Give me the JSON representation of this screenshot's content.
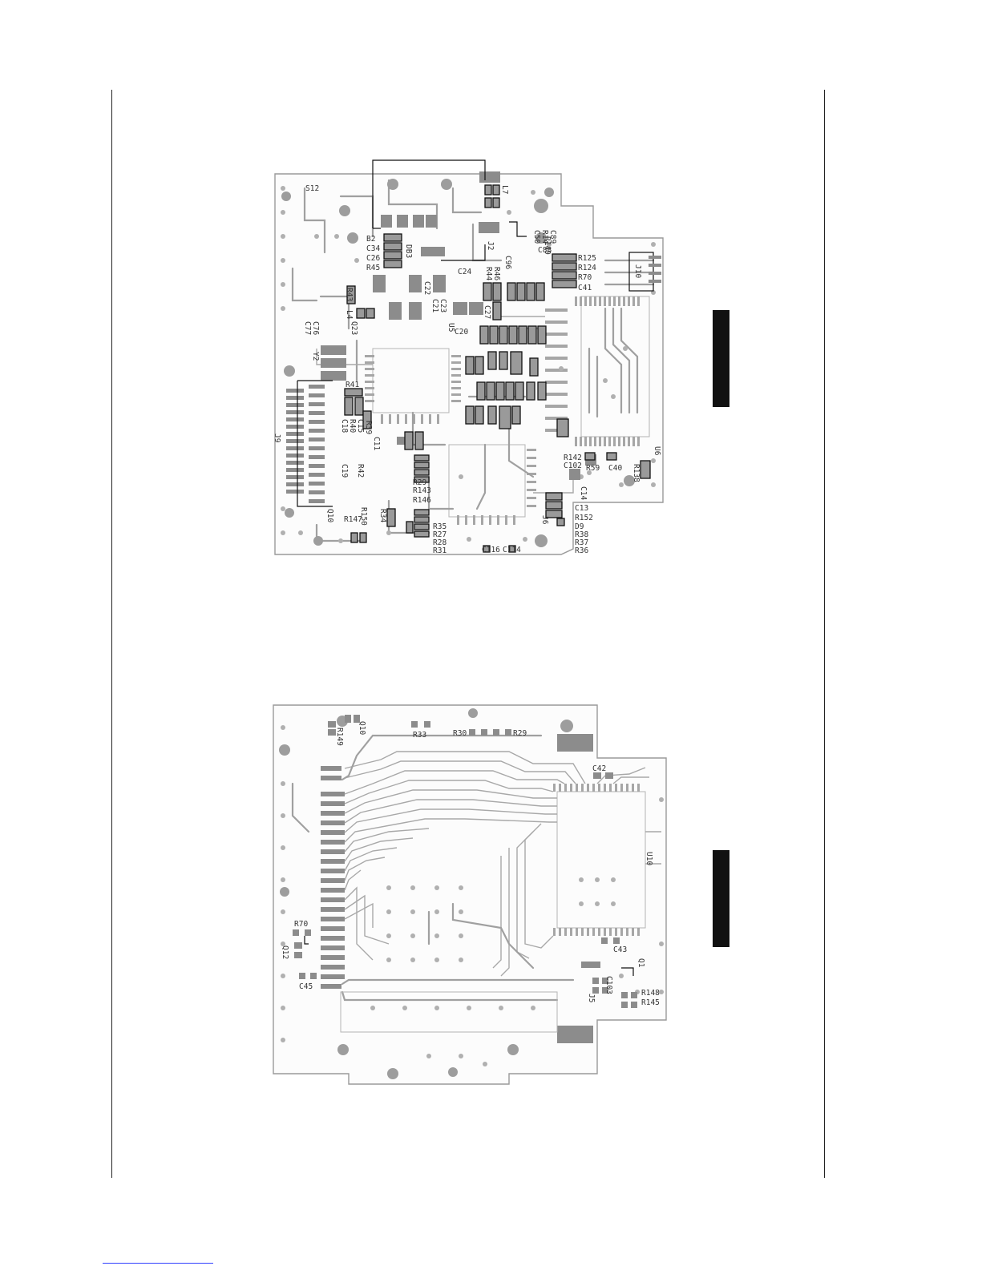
{
  "top_board": {
    "labels": [
      "S12",
      "L7",
      "B2",
      "C34",
      "C26",
      "R45",
      "DB3",
      "C24",
      "C22",
      "C23",
      "C21",
      "U5",
      "C20",
      "C27",
      "R46",
      "R44",
      "R43",
      "L4",
      "Q23",
      "C77",
      "C76",
      "Y2",
      "R41",
      "R40",
      "C15",
      "C18",
      "J9",
      "R39",
      "R42",
      "C19",
      "C11",
      "Q10",
      "R147",
      "R150",
      "R34",
      "R35",
      "R27",
      "R28",
      "R31",
      "R29",
      "R143",
      "R146",
      "C116",
      "C114",
      "R125",
      "R124",
      "R70",
      "C41",
      "J10",
      "C89",
      "R14",
      "C50",
      "C88",
      "R149",
      "C96",
      "R142",
      "C102",
      "R59",
      "C40",
      "R138",
      "U6",
      "C13",
      "C14",
      "R152",
      "D9",
      "R38",
      "R37",
      "R36",
      "J6",
      "J2"
    ]
  },
  "bottom_board": {
    "labels": [
      "Q10",
      "R149",
      "R33",
      "R30",
      "R29",
      "C42",
      "U10",
      "R70",
      "Q12",
      "C45",
      "C43",
      "Q1",
      "C103",
      "R148",
      "R145",
      "J5"
    ]
  }
}
